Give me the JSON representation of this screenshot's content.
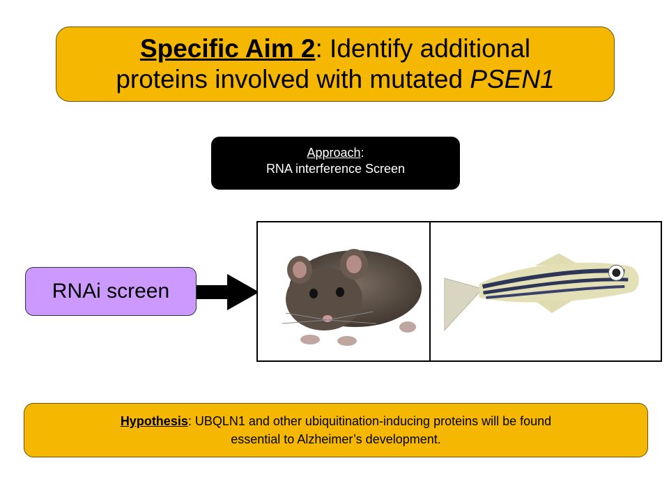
{
  "title": {
    "label": "Specific Aim 2",
    "line1_rest": ": Identify additional",
    "line2_prefix": "proteins involved with mutated ",
    "line2_italic": "PSEN1"
  },
  "approach": {
    "label": "Approach",
    "colon": ":",
    "text": "RNA interference Screen"
  },
  "rnai": {
    "label": "RNAi screen"
  },
  "images": {
    "left_icon": "mouse-image",
    "right_icon": "zebrafish-image"
  },
  "hypothesis": {
    "label": "Hypothesis",
    "line1_rest": ": UBQLN1 and other ubiquitination-inducing proteins will be found",
    "line2": "essential to Alzheimer’s development."
  },
  "colors": {
    "title_bg": "#f6b700",
    "approach_bg": "#000000",
    "rnai_bg": "#cc99ff",
    "hypothesis_bg": "#f6b700"
  }
}
